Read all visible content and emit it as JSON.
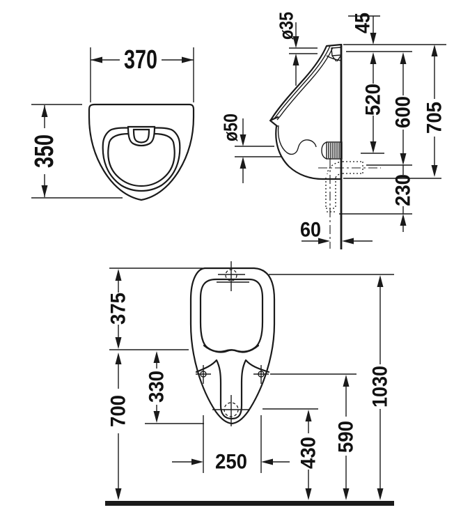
{
  "drawing": {
    "title": "urinal-installation-dimensions",
    "front_view": {
      "width": "370",
      "height": "350"
    },
    "side_view": {
      "inlet_diameter": "ø35",
      "top_to_inlet": "45",
      "outlet_diameter": "ø50",
      "inlet_to_outlet_center": "520",
      "inlet_to_drain_pipe": "600",
      "total_height": "705",
      "drain_pipe_drop": "230",
      "pipe_to_wall_offset": "60"
    },
    "plan_view": {
      "rim_depth": "375",
      "holes_to_front": "330",
      "front_rim_to_floor": "700",
      "fixing_hole_spacing": "250",
      "outlet_to_floor": "430",
      "holes_to_floor": "590",
      "inlet_to_floor": "1030"
    },
    "colors": {
      "line": "#1a1a1a",
      "background": "#ffffff"
    }
  }
}
